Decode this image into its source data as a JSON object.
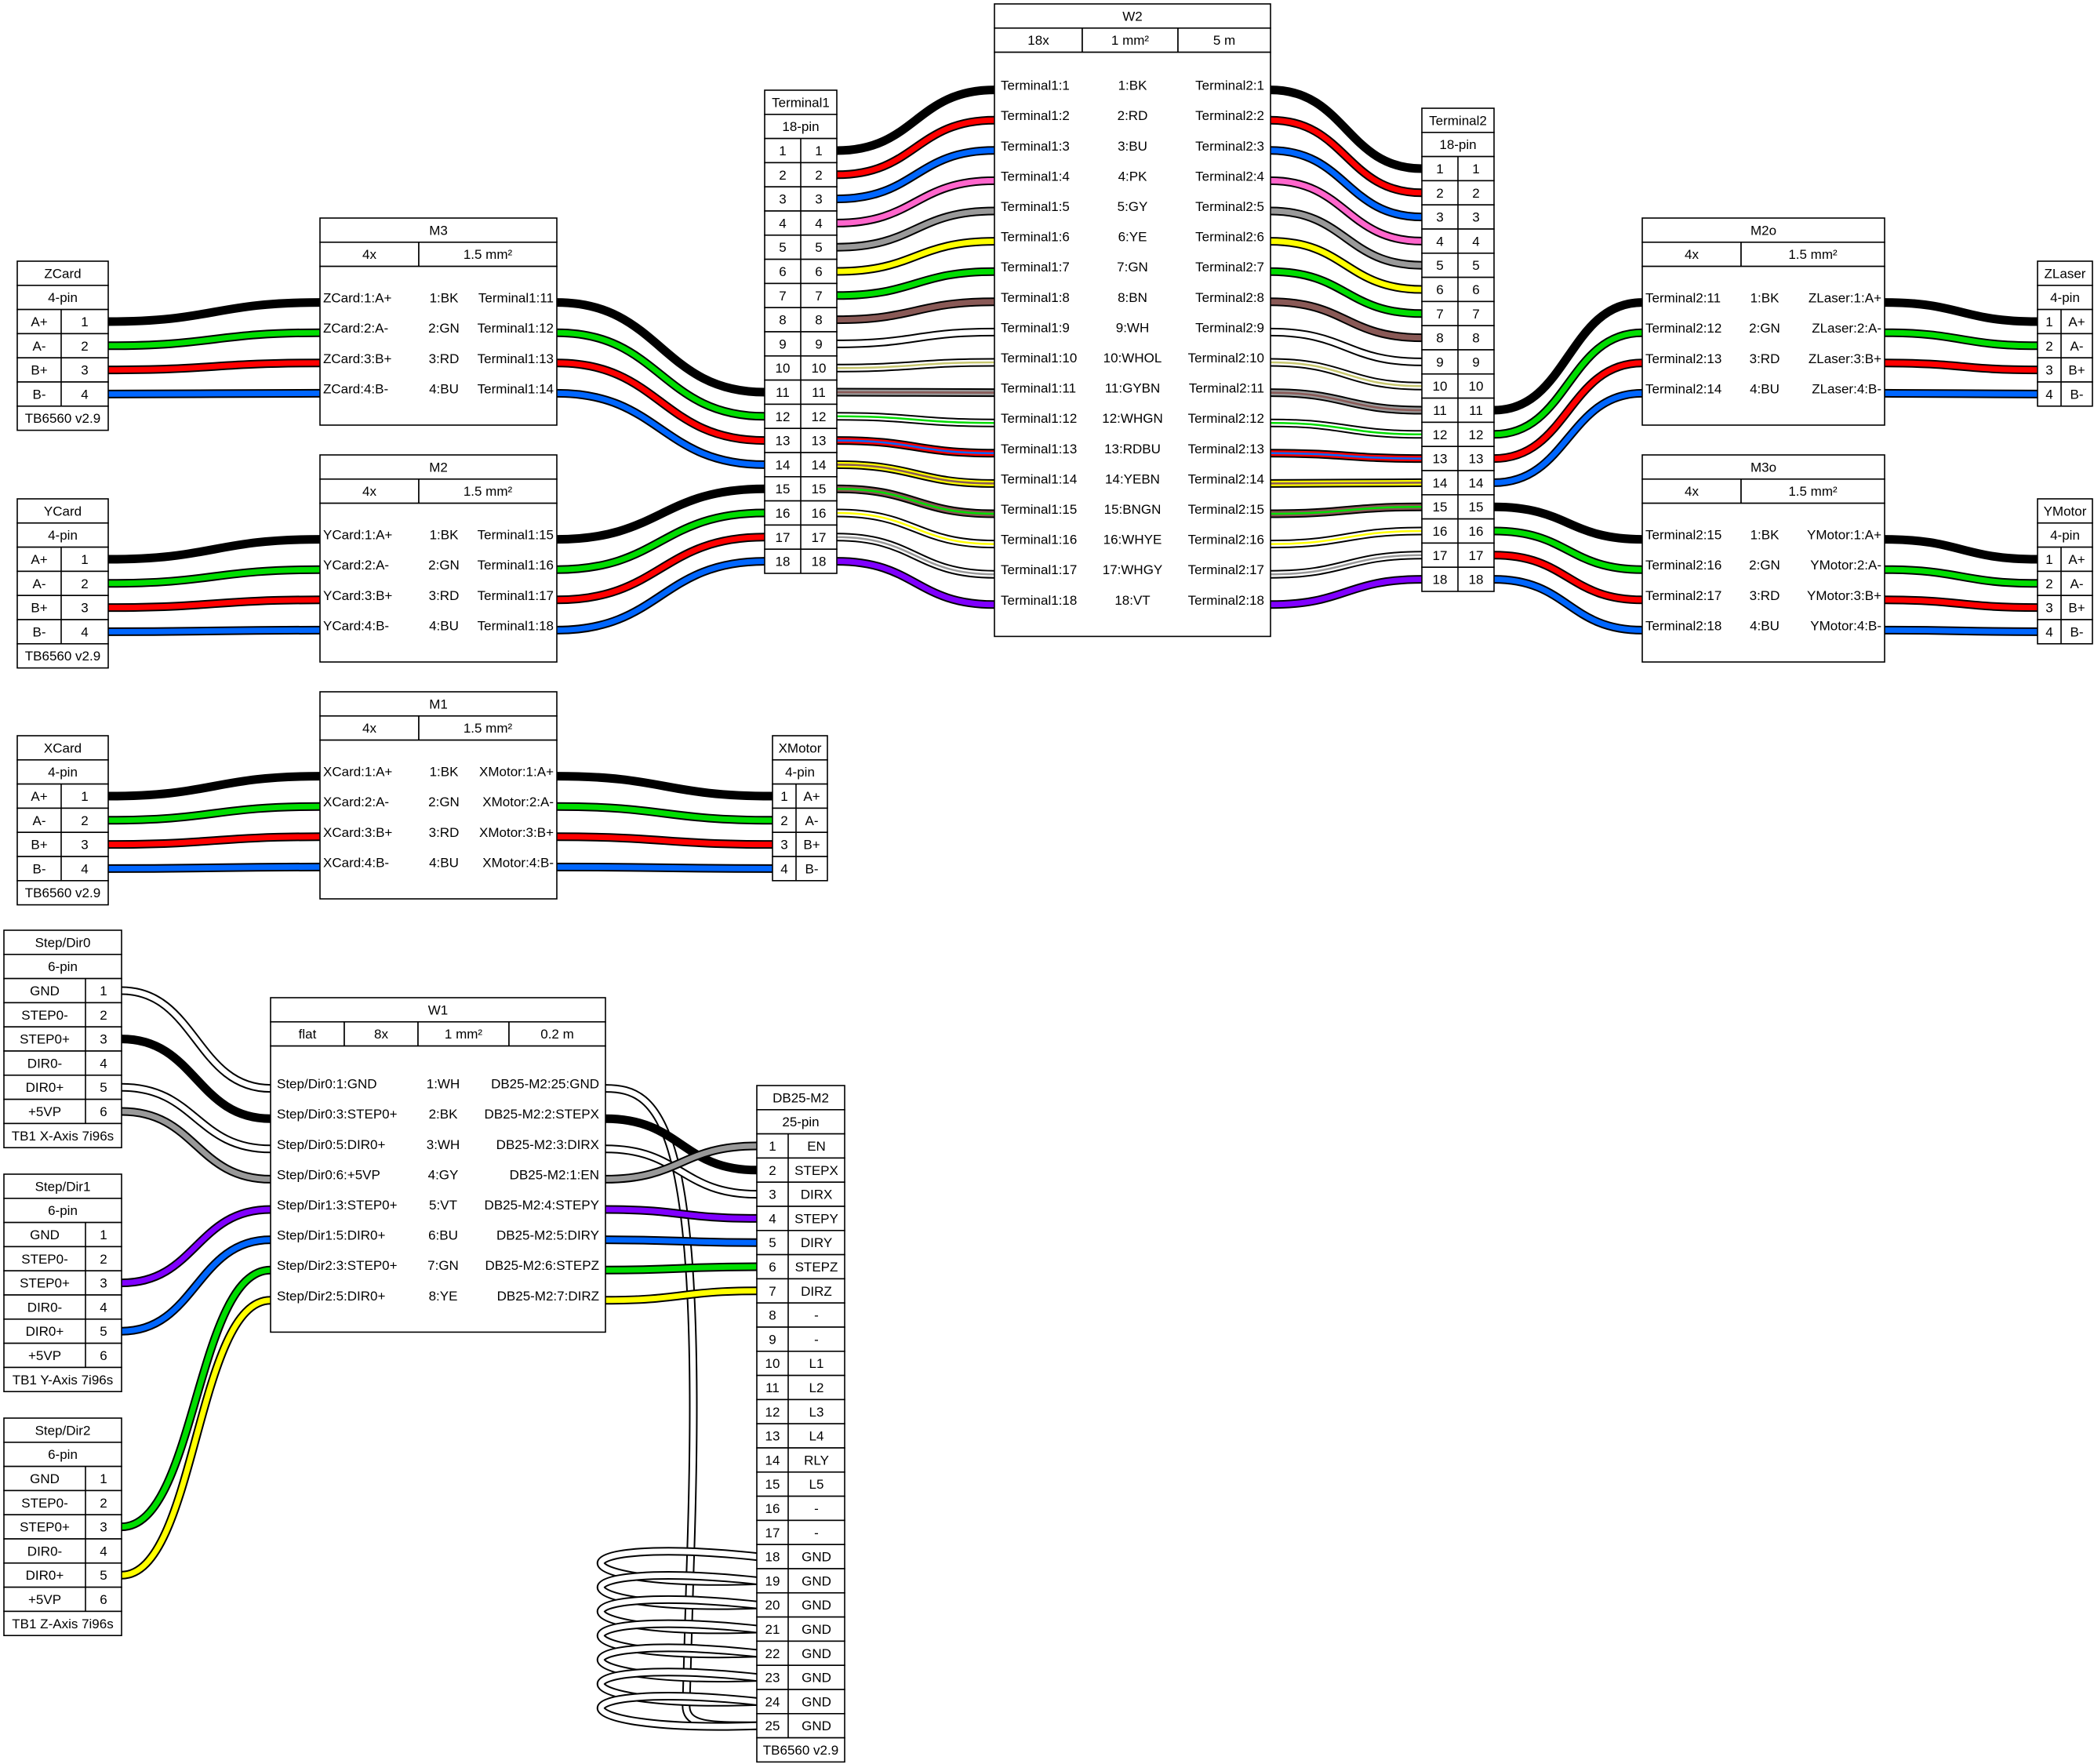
{
  "colors": {
    "BK": "#000000",
    "RD": "#ff0000",
    "BU": "#0066ff",
    "GN": "#00dd00",
    "YE": "#ffff00",
    "WH": "#ffffff",
    "PK": "#ff66cc",
    "GY": "#999999",
    "BN": "#895956",
    "VT": "#8000ff",
    "OL": "#c8c870"
  },
  "connectors": [
    {
      "name": "ZCard",
      "pincount": "4-pin",
      "pins": [
        "1",
        "2",
        "3",
        "4"
      ],
      "labels": [
        "A+",
        "A-",
        "B+",
        "B-"
      ],
      "note": "TB6560 v2.9"
    },
    {
      "name": "YCard",
      "pincount": "4-pin",
      "pins": [
        "1",
        "2",
        "3",
        "4"
      ],
      "labels": [
        "A+",
        "A-",
        "B+",
        "B-"
      ],
      "note": "TB6560 v2.9"
    },
    {
      "name": "XCard",
      "pincount": "4-pin",
      "pins": [
        "1",
        "2",
        "3",
        "4"
      ],
      "labels": [
        "A+",
        "A-",
        "B+",
        "B-"
      ],
      "note": "TB6560 v2.9"
    },
    {
      "name": "XMotor",
      "pincount": "4-pin",
      "pins": [
        "1",
        "2",
        "3",
        "4"
      ],
      "labels": [
        "A+",
        "A-",
        "B+",
        "B-"
      ],
      "note": ""
    },
    {
      "name": "Terminal1",
      "pincount": "18-pin",
      "pins": [
        "1",
        "2",
        "3",
        "4",
        "5",
        "6",
        "7",
        "8",
        "9",
        "10",
        "11",
        "12",
        "13",
        "14",
        "15",
        "16",
        "17",
        "18"
      ],
      "labels": [
        "1",
        "2",
        "3",
        "4",
        "5",
        "6",
        "7",
        "8",
        "9",
        "10",
        "11",
        "12",
        "13",
        "14",
        "15",
        "16",
        "17",
        "18"
      ],
      "note": ""
    },
    {
      "name": "Terminal2",
      "pincount": "18-pin",
      "pins": [
        "1",
        "2",
        "3",
        "4",
        "5",
        "6",
        "7",
        "8",
        "9",
        "10",
        "11",
        "12",
        "13",
        "14",
        "15",
        "16",
        "17",
        "18"
      ],
      "labels": [
        "1",
        "2",
        "3",
        "4",
        "5",
        "6",
        "7",
        "8",
        "9",
        "10",
        "11",
        "12",
        "13",
        "14",
        "15",
        "16",
        "17",
        "18"
      ],
      "note": ""
    },
    {
      "name": "ZLaser",
      "pincount": "4-pin",
      "pins": [
        "1",
        "2",
        "3",
        "4"
      ],
      "labels": [
        "A+",
        "A-",
        "B+",
        "B-"
      ],
      "note": ""
    },
    {
      "name": "YMotor",
      "pincount": "4-pin",
      "pins": [
        "1",
        "2",
        "3",
        "4"
      ],
      "labels": [
        "A+",
        "A-",
        "B+",
        "B-"
      ],
      "note": ""
    },
    {
      "name": "Step/Dir0",
      "pincount": "6-pin",
      "pins": [
        "1",
        "2",
        "3",
        "4",
        "5",
        "6"
      ],
      "labels": [
        "GND",
        "STEP0-",
        "STEP0+",
        "DIR0-",
        "DIR0+",
        "+5VP"
      ],
      "note": "TB1 X-Axis 7i96s"
    },
    {
      "name": "Step/Dir1",
      "pincount": "6-pin",
      "pins": [
        "1",
        "2",
        "3",
        "4",
        "5",
        "6"
      ],
      "labels": [
        "GND",
        "STEP0-",
        "STEP0+",
        "DIR0-",
        "DIR0+",
        "+5VP"
      ],
      "note": "TB1 Y-Axis 7i96s"
    },
    {
      "name": "Step/Dir2",
      "pincount": "6-pin",
      "pins": [
        "1",
        "2",
        "3",
        "4",
        "5",
        "6"
      ],
      "labels": [
        "GND",
        "STEP0-",
        "STEP0+",
        "DIR0-",
        "DIR0+",
        "+5VP"
      ],
      "note": "TB1 Z-Axis 7i96s"
    },
    {
      "name": "DB25-M2",
      "pincount": "25-pin",
      "pins": [
        "1",
        "2",
        "3",
        "4",
        "5",
        "6",
        "7",
        "8",
        "9",
        "10",
        "11",
        "12",
        "13",
        "14",
        "15",
        "16",
        "17",
        "18",
        "19",
        "20",
        "21",
        "22",
        "23",
        "24",
        "25"
      ],
      "labels": [
        "EN",
        "STEPX",
        "DIRX",
        "STEPY",
        "DIRY",
        "STEPZ",
        "DIRZ",
        "-",
        "-",
        "L1",
        "L2",
        "L3",
        "L4",
        "RLY",
        "L5",
        "-",
        "-",
        "GND",
        "GND",
        "GND",
        "GND",
        "GND",
        "GND",
        "GND",
        "GND"
      ],
      "note": "TB6560 v2.9"
    }
  ],
  "cables": [
    {
      "name": "M3",
      "attrs": [
        "4x",
        "1.5 mm²"
      ],
      "rows": [
        [
          "ZCard:1:A+",
          "1:BK",
          "Terminal1:11"
        ],
        [
          "ZCard:2:A-",
          "2:GN",
          "Terminal1:12"
        ],
        [
          "ZCard:3:B+",
          "3:RD",
          "Terminal1:13"
        ],
        [
          "ZCard:4:B-",
          "4:BU",
          "Terminal1:14"
        ]
      ]
    },
    {
      "name": "M2",
      "attrs": [
        "4x",
        "1.5 mm²"
      ],
      "rows": [
        [
          "YCard:1:A+",
          "1:BK",
          "Terminal1:15"
        ],
        [
          "YCard:2:A-",
          "2:GN",
          "Terminal1:16"
        ],
        [
          "YCard:3:B+",
          "3:RD",
          "Terminal1:17"
        ],
        [
          "YCard:4:B-",
          "4:BU",
          "Terminal1:18"
        ]
      ]
    },
    {
      "name": "M1",
      "attrs": [
        "4x",
        "1.5 mm²"
      ],
      "rows": [
        [
          "XCard:1:A+",
          "1:BK",
          "XMotor:1:A+"
        ],
        [
          "XCard:2:A-",
          "2:GN",
          "XMotor:2:A-"
        ],
        [
          "XCard:3:B+",
          "3:RD",
          "XMotor:3:B+"
        ],
        [
          "XCard:4:B-",
          "4:BU",
          "XMotor:4:B-"
        ]
      ]
    },
    {
      "name": "W2",
      "attrs": [
        "18x",
        "1 mm²",
        "5 m"
      ],
      "rows": [
        [
          "Terminal1:1",
          "1:BK",
          "Terminal2:1"
        ],
        [
          "Terminal1:2",
          "2:RD",
          "Terminal2:2"
        ],
        [
          "Terminal1:3",
          "3:BU",
          "Terminal2:3"
        ],
        [
          "Terminal1:4",
          "4:PK",
          "Terminal2:4"
        ],
        [
          "Terminal1:5",
          "5:GY",
          "Terminal2:5"
        ],
        [
          "Terminal1:6",
          "6:YE",
          "Terminal2:6"
        ],
        [
          "Terminal1:7",
          "7:GN",
          "Terminal2:7"
        ],
        [
          "Terminal1:8",
          "8:BN",
          "Terminal2:8"
        ],
        [
          "Terminal1:9",
          "9:WH",
          "Terminal2:9"
        ],
        [
          "Terminal1:10",
          "10:WHOL",
          "Terminal2:10"
        ],
        [
          "Terminal1:11",
          "11:GYBN",
          "Terminal2:11"
        ],
        [
          "Terminal1:12",
          "12:WHGN",
          "Terminal2:12"
        ],
        [
          "Terminal1:13",
          "13:RDBU",
          "Terminal2:13"
        ],
        [
          "Terminal1:14",
          "14:YEBN",
          "Terminal2:14"
        ],
        [
          "Terminal1:15",
          "15:BNGN",
          "Terminal2:15"
        ],
        [
          "Terminal1:16",
          "16:WHYE",
          "Terminal2:16"
        ],
        [
          "Terminal1:17",
          "17:WHGY",
          "Terminal2:17"
        ],
        [
          "Terminal1:18",
          "18:VT",
          "Terminal2:18"
        ]
      ]
    },
    {
      "name": "M2o",
      "attrs": [
        "4x",
        "1.5 mm²"
      ],
      "rows": [
        [
          "Terminal2:11",
          "1:BK",
          "ZLaser:1:A+"
        ],
        [
          "Terminal2:12",
          "2:GN",
          "ZLaser:2:A-"
        ],
        [
          "Terminal2:13",
          "3:RD",
          "ZLaser:3:B+"
        ],
        [
          "Terminal2:14",
          "4:BU",
          "ZLaser:4:B-"
        ]
      ]
    },
    {
      "name": "M3o",
      "attrs": [
        "4x",
        "1.5 mm²"
      ],
      "rows": [
        [
          "Terminal2:15",
          "1:BK",
          "YMotor:1:A+"
        ],
        [
          "Terminal2:16",
          "2:GN",
          "YMotor:2:A-"
        ],
        [
          "Terminal2:17",
          "3:RD",
          "YMotor:3:B+"
        ],
        [
          "Terminal2:18",
          "4:BU",
          "YMotor:4:B-"
        ]
      ]
    },
    {
      "name": "W1",
      "attrs": [
        "flat",
        "8x",
        "1 mm²",
        "0.2 m"
      ],
      "rows": [
        [
          "Step/Dir0:1:GND",
          "1:WH",
          "DB25-M2:25:GND"
        ],
        [
          "Step/Dir0:3:STEP0+",
          "2:BK",
          "DB25-M2:2:STEPX"
        ],
        [
          "Step/Dir0:5:DIR0+",
          "3:WH",
          "DB25-M2:3:DIRX"
        ],
        [
          "Step/Dir0:6:+5VP",
          "4:GY",
          "DB25-M2:1:EN"
        ],
        [
          "Step/Dir1:3:STEP0+",
          "5:VT",
          "DB25-M2:4:STEPY"
        ],
        [
          "Step/Dir1:5:DIR0+",
          "6:BU",
          "DB25-M2:5:DIRY"
        ],
        [
          "Step/Dir2:3:STEP0+",
          "7:GN",
          "DB25-M2:6:STEPZ"
        ],
        [
          "Step/Dir2:5:DIR0+",
          "8:YE",
          "DB25-M2:7:DIRZ"
        ]
      ]
    }
  ]
}
